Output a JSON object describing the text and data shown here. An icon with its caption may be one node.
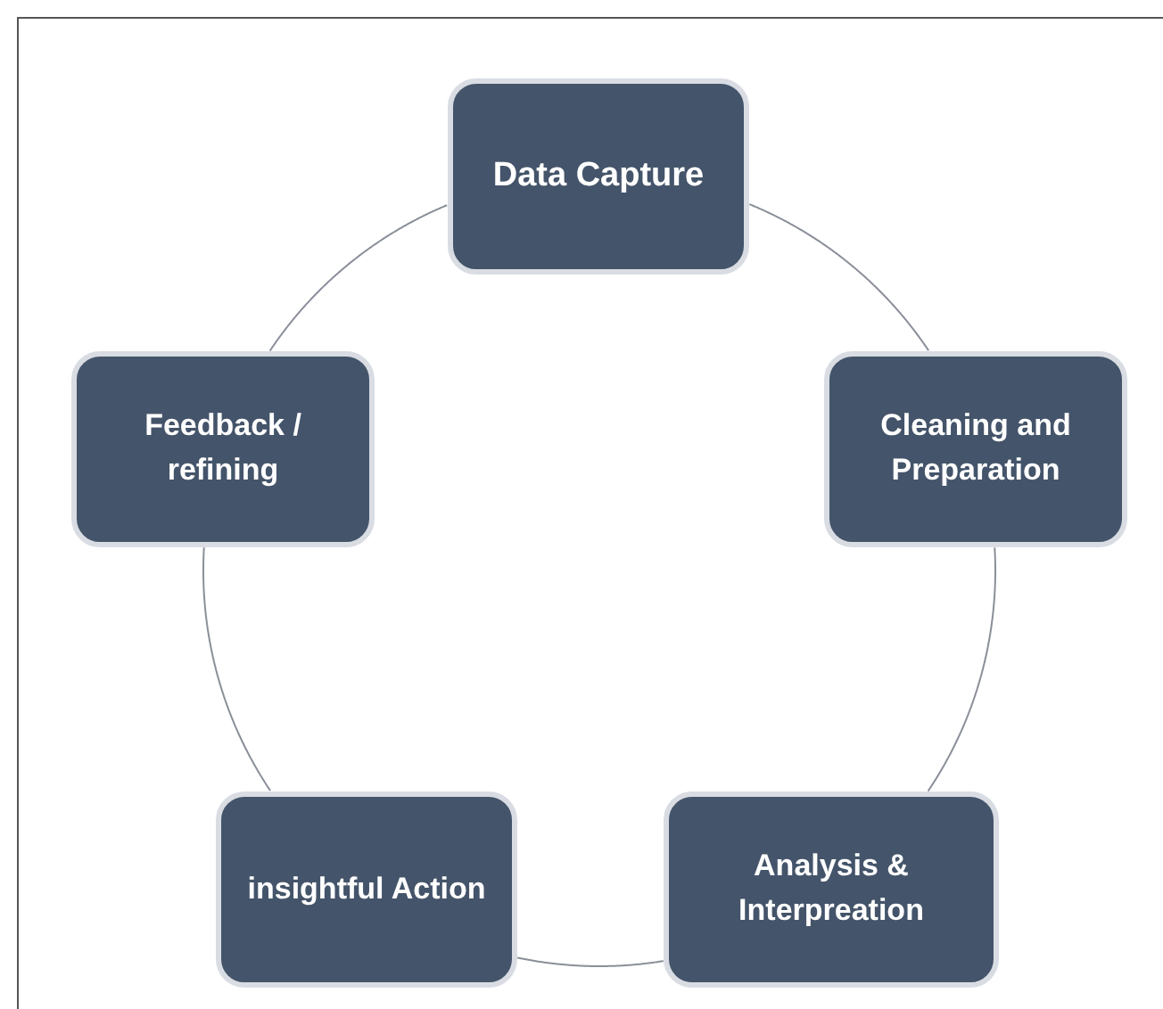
{
  "diagram": {
    "nodes": [
      {
        "text": [
          "Data Capture"
        ]
      },
      {
        "text": [
          "Cleaning and Preparation"
        ]
      },
      {
        "text": [
          "Analysis & Interpreation"
        ]
      },
      {
        "text": [
          "insightful Action"
        ]
      },
      {
        "text": [
          "Feedback / refining"
        ]
      }
    ],
    "edges": [
      {
        "from": 0,
        "to": 1,
        "arrow": "none"
      },
      {
        "from": 1,
        "to": 2,
        "arrow": "none"
      },
      {
        "from": 2,
        "to": 3,
        "arrow": "none"
      },
      {
        "from": 3,
        "to": 4,
        "arrow": "none"
      },
      {
        "from": 4,
        "to": 0,
        "arrow": "none"
      }
    ]
  }
}
